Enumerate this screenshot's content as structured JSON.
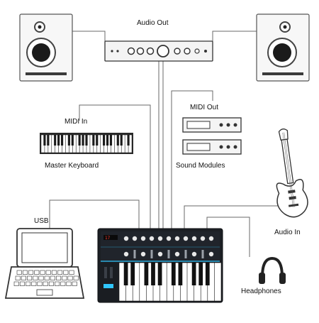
{
  "labels": {
    "audio_out": "Audio Out",
    "midi_in": "MIDI In",
    "master_keyboard": "Master Keyboard",
    "midi_out": "MIDI Out",
    "sound_modules": "Sound Modules",
    "usb": "USB",
    "audio_in": "Audio In",
    "headphones": "Headphones"
  },
  "synth_display": "17"
}
